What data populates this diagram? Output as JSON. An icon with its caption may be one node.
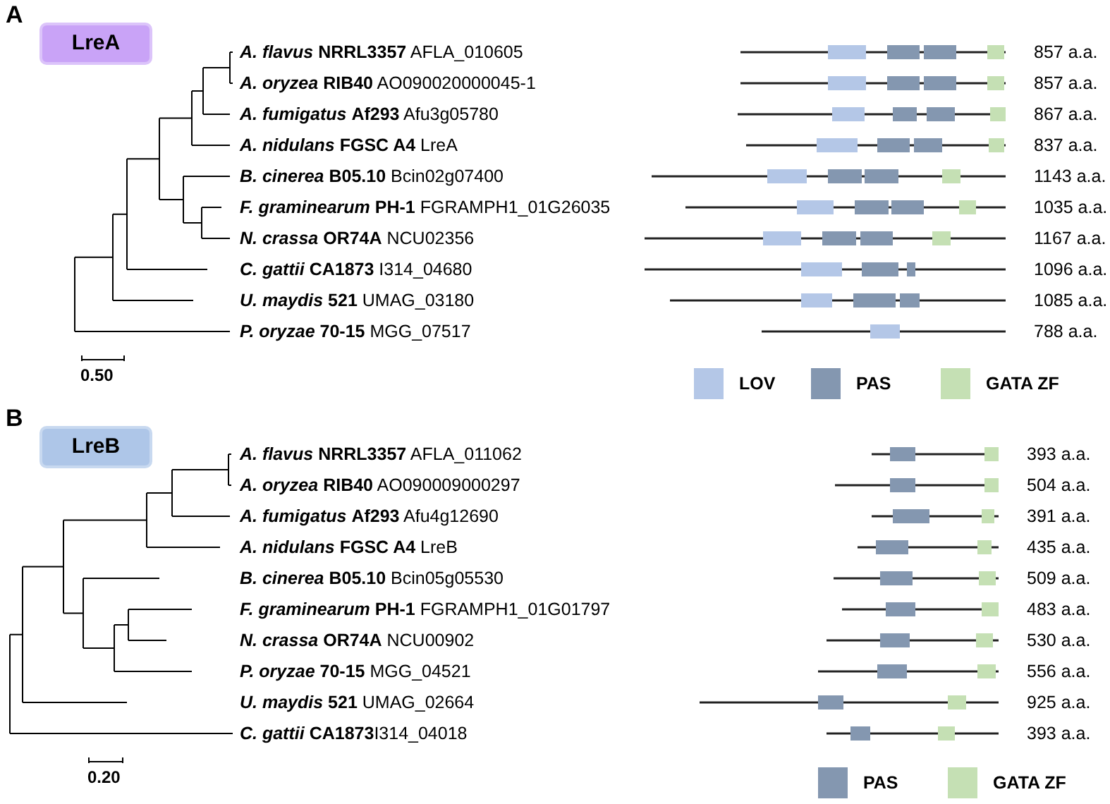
{
  "diagram": {
    "nodes": [
      {
        "text": [
          "LreA"
        ]
      },
      {
        "text": [
          "LreB"
        ]
      }
    ],
    "labels": [
      "A",
      "*A. flavus* **NRRL3357** AFLA_010605",
      "857 a.a.",
      "*A. oryzea* **RIB40** AO090020000045-1",
      "857 a.a.",
      "*A. fumigatus* **Af293** Afu3g05780",
      "867 a.a.",
      "*A. nidulans* **FGSC A4** LreA",
      "837 a.a.",
      "*B. cinerea* **B05.10** Bcin02g07400",
      "1143 a.a.",
      "*F. graminearum* **PH-1** FGRAMPH1_01G26035",
      "1035 a.a.",
      "*N. crassa* **OR74A** NCU02356",
      "1167 a.a.",
      "*C. gattii* **CA1873** I314_04680",
      "1096 a.a.",
      "*U. maydis* **521** UMAG_03180",
      "1085 a.a.",
      "*P. oryzae* **70-15** MGG_07517",
      "788 a.a.",
      "0.50",
      "B",
      "*A. flavus* **NRRL3357** AFLA_011062",
      "393 a.a.",
      "*A. oryzea* **RIB40** AO090009000297",
      "504 a.a.",
      "*A. fumigatus* **Af293** Afu4g12690",
      "391 a.a.",
      "*A. nidulans* **FGSC A4** LreB",
      "435 a.a.",
      "*B. cinerea* **B05.10** Bcin05g05530",
      "509 a.a.",
      "*F. graminearum* **PH-1** FGRAMPH1_01G01797",
      "483 a.a.",
      "*N. crassa* **OR74A** NCU00902",
      "530 a.a.",
      "*P. oryzae* **70-15** MGG_04521",
      "556 a.a.",
      "*U. maydis* **521** UMAG_02664",
      "925 a.a.",
      "*C. gattii* **CA1873**I314_04018",
      "393 a.a.",
      "0.20"
    ],
    "legend": [
      {
        "text": "LOV",
        "color": "#b4c7e7"
      },
      {
        "text": "PAS",
        "color": "#8497b0"
      },
      {
        "text": "GATA ZF",
        "color": "#c5e0b4"
      },
      {
        "text": "PAS",
        "color": "#8497b0"
      },
      {
        "text": "GATA ZF",
        "color": "#c5e0b4"
      }
    ]
  }
}
